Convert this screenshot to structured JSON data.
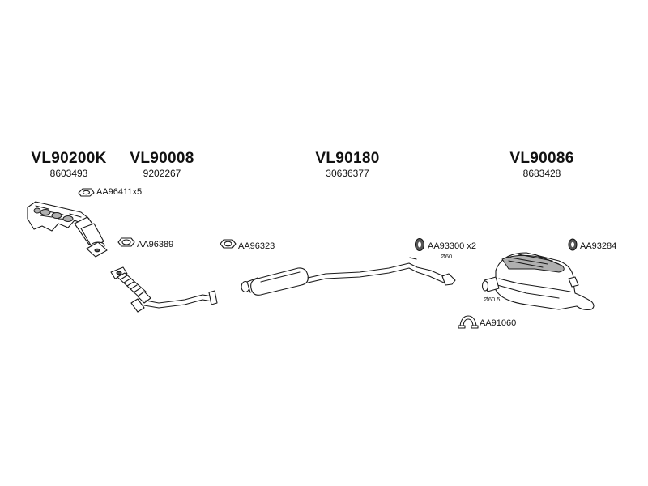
{
  "assemblies": [
    {
      "code": "VL90200K",
      "oe_number": "8603493"
    },
    {
      "code": "VL90008",
      "oe_number": "9202267"
    },
    {
      "code": "VL90180",
      "oe_number": "30636377"
    },
    {
      "code": "VL90086",
      "oe_number": "8683428"
    }
  ],
  "accessories": [
    {
      "part": "AA96411",
      "qty": "x5"
    },
    {
      "part": "AA96389"
    },
    {
      "part": "AA96323"
    },
    {
      "part": "AA93300",
      "qty": "x2"
    },
    {
      "part": "AA93284"
    },
    {
      "part": "AA91060"
    }
  ],
  "dimensions": {
    "mid_pipe": "Ø60",
    "rear_silencer": "Ø60.5"
  }
}
